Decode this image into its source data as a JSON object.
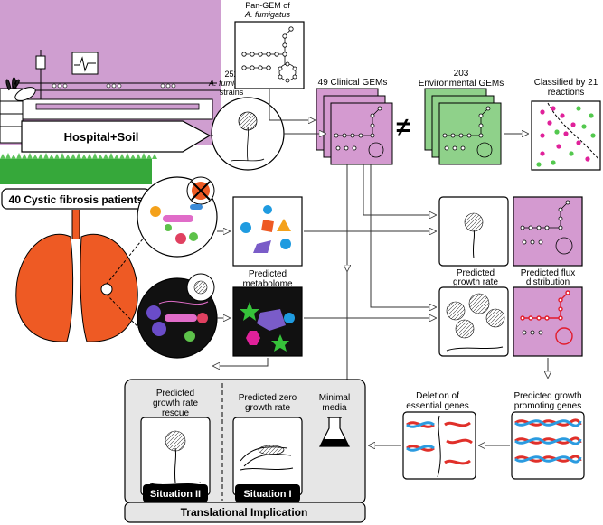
{
  "hospital_soil": "Hospital+Soil",
  "patients": "40 Cystic fibrosis patients",
  "strains_count": "252",
  "strains_species": "A. fumigatus",
  "strains_word": "strains",
  "pangem_line1": "Pan-GEM of",
  "pangem_line2": "A. fumigatus",
  "clinical_gems": "49 Clinical GEMs",
  "env_count": "203",
  "env_gems": "Environmental GEMs",
  "not_equal": "≠",
  "classified_line1": "Classified by 21",
  "classified_line2": "reactions",
  "pred_metabolome_1": "Predicted",
  "pred_metabolome_2": "metabolome",
  "pred_growth_1": "Predicted",
  "pred_growth_2": "growth rate",
  "pred_flux_1": "Predicted flux",
  "pred_flux_2": "distribution",
  "pred_promoting_1": "Predicted growth",
  "pred_promoting_2": "promoting genes",
  "deletion_1": "Deletion of",
  "deletion_2": "essential genes",
  "rescue_1": "Predicted",
  "rescue_2": "growth rate",
  "rescue_3": "rescue",
  "zero_1": "Predicted zero",
  "zero_2": "growth rate",
  "minimal_1": "Minimal",
  "minimal_2": "media",
  "situation2": "Situation II",
  "situation1": "Situation I",
  "translational": "Translational Implication",
  "colors": {
    "clinical": "#d49ad0",
    "environmental": "#8fd18a",
    "lung": "#ee5a24",
    "flux": "#e21b2a",
    "dna_red": "#e0302a",
    "dna_blue": "#2b9be0",
    "grass": "#36a83a",
    "room": "#cf9ed0"
  }
}
